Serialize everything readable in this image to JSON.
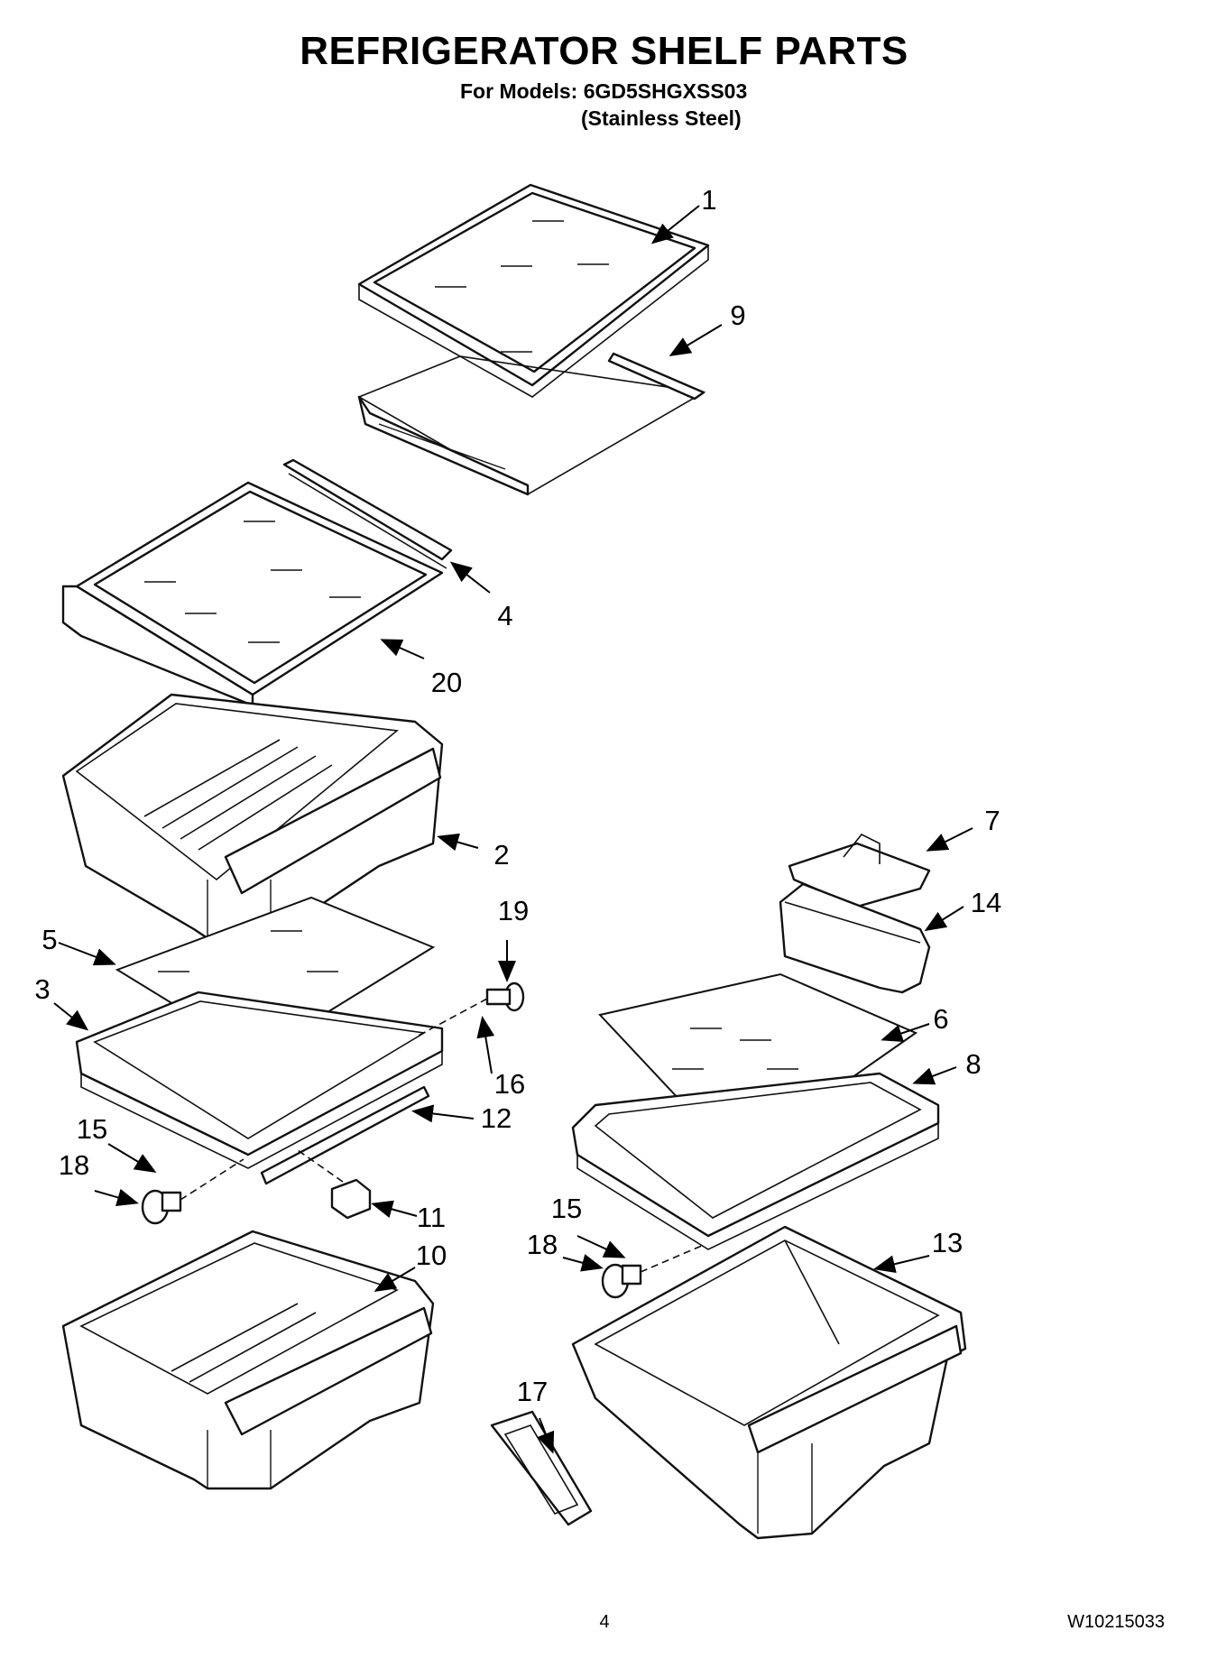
{
  "header": {
    "title": "REFRIGERATOR SHELF PARTS",
    "models_line": "For Models: 6GD5SHGXSS03",
    "variant_line": "(Stainless Steel)"
  },
  "callouts": {
    "c1": "1",
    "c9": "9",
    "c4": "4",
    "c20": "20",
    "c2": "2",
    "c7": "7",
    "c14": "14",
    "c19": "19",
    "c5": "5",
    "c3": "3",
    "c16": "16",
    "c6": "6",
    "c8": "8",
    "c12": "12",
    "c15a": "15",
    "c18a": "18",
    "c11": "11",
    "c15b": "15",
    "c18b": "18",
    "c10": "10",
    "c13": "13",
    "c17": "17"
  },
  "footer": {
    "page_number": "4",
    "doc_number": "W10215033"
  }
}
